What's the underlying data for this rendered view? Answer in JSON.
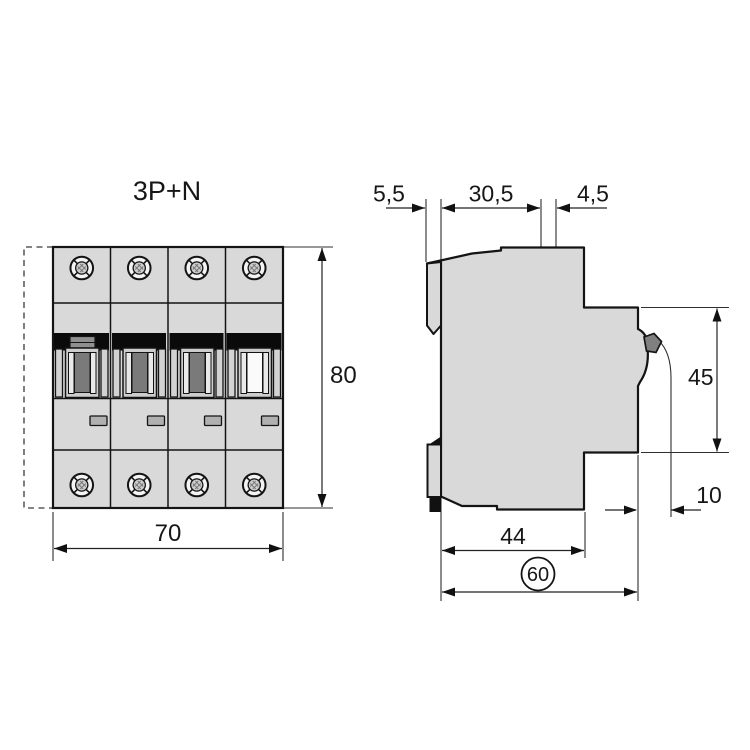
{
  "drawing": {
    "front_view": {
      "title": "3P+N",
      "width_mm": "70",
      "height_mm": "80"
    },
    "side_view": {
      "din_clip_mm": "5,5",
      "top_width_mm": "30,5",
      "top_step_mm": "4,5",
      "front_section_mm": "45",
      "handle_offset_mm": "10",
      "body_depth_mm": "44",
      "overall_depth_mm": "60"
    },
    "colors": {
      "body_fill": "#d9d9d9",
      "outline": "#141414",
      "band": "#0a0a0a",
      "toggle_dark": "#7a7a7a",
      "toggle_neutral": "#fafafa"
    }
  }
}
